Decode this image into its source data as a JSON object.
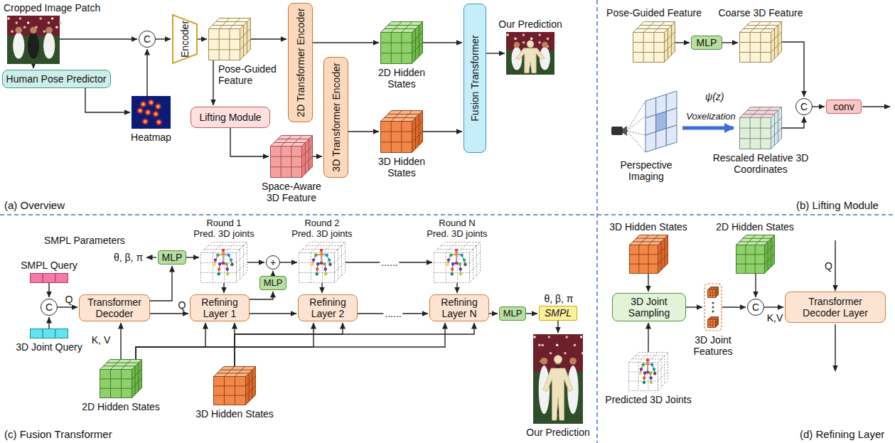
{
  "diagram": {
    "nodes": [
      {
        "text": [
          "Cropped Image Patch"
        ]
      },
      {
        "text": [
          "C"
        ]
      },
      {
        "text": [
          "Human Pose Predictor"
        ]
      },
      {
        "text": [
          "Heatmap"
        ]
      },
      {
        "text": [
          "Encoder"
        ]
      },
      {
        "text": [
          "Pose-Guided Feature"
        ]
      },
      {
        "text": [
          "2D Transformer Encoder"
        ]
      },
      {
        "text": [
          "Lifting Module"
        ]
      },
      {
        "text": [
          "Space-Aware 3D Feature"
        ]
      },
      {
        "text": [
          "3D Transformer Encoder"
        ]
      },
      {
        "text": [
          "2D Hidden States"
        ]
      },
      {
        "text": [
          "3D Hidden States"
        ]
      },
      {
        "text": [
          "Fusion Transformer"
        ]
      },
      {
        "text": [
          "Our Prediction"
        ]
      },
      {
        "text": [
          "Pose-Guided Feature"
        ]
      },
      {
        "text": [
          "MLP"
        ]
      },
      {
        "text": [
          "Coarse 3D Feature"
        ]
      },
      {
        "text": [
          "Perspective Imaging"
        ]
      },
      {
        "text": [
          "Rescaled Relative 3D Coordinates"
        ]
      },
      {
        "text": [
          "C"
        ]
      },
      {
        "text": [
          "conv"
        ]
      },
      {
        "text": [
          "SMPL Query"
        ]
      },
      {
        "text": [
          "3D Joint Query"
        ]
      },
      {
        "text": [
          "C"
        ]
      },
      {
        "text": [
          "Transformer Decoder"
        ]
      },
      {
        "text": [
          "MLP"
        ]
      },
      {
        "text": [
          "Round 1",
          "Pred. 3D joints"
        ]
      },
      {
        "text": [
          "+"
        ]
      },
      {
        "text": [
          "MLP"
        ]
      },
      {
        "text": [
          "Round 2",
          "Pred. 3D joints"
        ]
      },
      {
        "text": [
          "Round N",
          "Pred. 3D joints"
        ]
      },
      {
        "text": [
          "Refining Layer 1"
        ]
      },
      {
        "text": [
          "Refining Layer 2"
        ]
      },
      {
        "text": [
          "Refining Layer N"
        ]
      },
      {
        "text": [
          "MLP"
        ]
      },
      {
        "text": [
          "θ, β, π",
          "SMPL"
        ]
      },
      {
        "text": [
          "Our Prediction"
        ]
      },
      {
        "text": [
          "2D Hidden States"
        ]
      },
      {
        "text": [
          "3D Hidden States"
        ]
      },
      {
        "text": [
          "3D Hidden States"
        ]
      },
      {
        "text": [
          "3D Joint Sampling"
        ]
      },
      {
        "text": [
          "Predicted 3D Joints"
        ]
      },
      {
        "text": [
          "3D Joint Features"
        ]
      },
      {
        "text": [
          "2D Hidden States"
        ]
      },
      {
        "text": [
          "C"
        ]
      },
      {
        "text": [
          "Transformer Decoder Layer"
        ]
      }
    ],
    "edges": [
      {
        "from": 0,
        "to": 1,
        "arrow": "to"
      },
      {
        "from": 0,
        "to": 2,
        "arrow": "to"
      },
      {
        "from": 2,
        "to": 3,
        "arrow": "to"
      },
      {
        "from": 3,
        "to": 1,
        "arrow": "to"
      },
      {
        "from": 1,
        "to": 4,
        "arrow": "to"
      },
      {
        "from": 4,
        "to": 5,
        "arrow": "to"
      },
      {
        "from": 5,
        "to": 6,
        "arrow": "to"
      },
      {
        "from": 5,
        "to": 7,
        "arrow": "to"
      },
      {
        "from": 7,
        "to": 8,
        "arrow": "to"
      },
      {
        "from": 8,
        "to": 9,
        "arrow": "to"
      },
      {
        "from": 6,
        "to": 10,
        "arrow": "to"
      },
      {
        "from": 9,
        "to": 11,
        "arrow": "to"
      },
      {
        "from": 10,
        "to": 12,
        "arrow": "to"
      },
      {
        "from": 11,
        "to": 12,
        "arrow": "to"
      },
      {
        "from": 12,
        "to": 13,
        "arrow": "to"
      },
      {
        "from": 14,
        "to": 15,
        "arrow": "to"
      },
      {
        "from": 15,
        "to": 16,
        "arrow": "to"
      },
      {
        "from": 17,
        "to": 18,
        "arrow": "to",
        "label": "Voxelization"
      },
      {
        "from": 16,
        "to": 19,
        "arrow": "to"
      },
      {
        "from": 18,
        "to": 19,
        "arrow": "to"
      },
      {
        "from": 19,
        "to": 20,
        "arrow": "to"
      },
      {
        "from": 21,
        "to": 23,
        "arrow": "to"
      },
      {
        "from": 22,
        "to": 23,
        "arrow": "to"
      },
      {
        "from": 23,
        "to": 24,
        "arrow": "to",
        "label": "Q"
      },
      {
        "from": 24,
        "to": 25,
        "arrow": "to"
      },
      {
        "from": 25,
        "to": 26,
        "arrow": "to"
      },
      {
        "from": 24,
        "to": 31,
        "arrow": "to",
        "label": "Q"
      },
      {
        "from": 26,
        "to": 31,
        "arrow": "to"
      },
      {
        "from": 26,
        "to": 27,
        "arrow": "to"
      },
      {
        "from": 27,
        "to": 29,
        "arrow": "to"
      },
      {
        "from": 31,
        "to": 28,
        "arrow": "to"
      },
      {
        "from": 28,
        "to": 27,
        "arrow": "to"
      },
      {
        "from": 31,
        "to": 32,
        "arrow": "to"
      },
      {
        "from": 29,
        "to": 32,
        "arrow": "to"
      },
      {
        "from": 29,
        "to": 30,
        "arrow": "to",
        "label": "......"
      },
      {
        "from": 32,
        "to": 33,
        "arrow": "to",
        "label": "......"
      },
      {
        "from": 30,
        "to": 33,
        "arrow": "to"
      },
      {
        "from": 33,
        "to": 34,
        "arrow": "to"
      },
      {
        "from": 34,
        "to": 35,
        "arrow": "to"
      },
      {
        "from": 35,
        "to": 36,
        "arrow": "to"
      },
      {
        "from": 37,
        "to": 24,
        "arrow": "to",
        "label": "K, V"
      },
      {
        "from": 37,
        "to": 31,
        "arrow": "to"
      },
      {
        "from": 37,
        "to": 32,
        "arrow": "to"
      },
      {
        "from": 37,
        "to": 33,
        "arrow": "to"
      },
      {
        "from": 38,
        "to": 31,
        "arrow": "to"
      },
      {
        "from": 38,
        "to": 32,
        "arrow": "to"
      },
      {
        "from": 38,
        "to": 33,
        "arrow": "to"
      },
      {
        "from": 39,
        "to": 40,
        "arrow": "to"
      },
      {
        "from": 41,
        "to": 40,
        "arrow": "to"
      },
      {
        "from": 40,
        "to": 42,
        "arrow": "to"
      },
      {
        "from": 42,
        "to": 44,
        "arrow": "to"
      },
      {
        "from": 43,
        "to": 44,
        "arrow": "to"
      },
      {
        "from": 44,
        "to": 45,
        "arrow": "to",
        "label": "K,V"
      }
    ],
    "labels": [
      "(a) Overview",
      "ψ(z)",
      "(b) Lifting Module",
      "SMPL Parameters",
      "θ, β, π",
      "(c) Fusion Transformer",
      "Q",
      "(d) Refining Layer"
    ]
  }
}
